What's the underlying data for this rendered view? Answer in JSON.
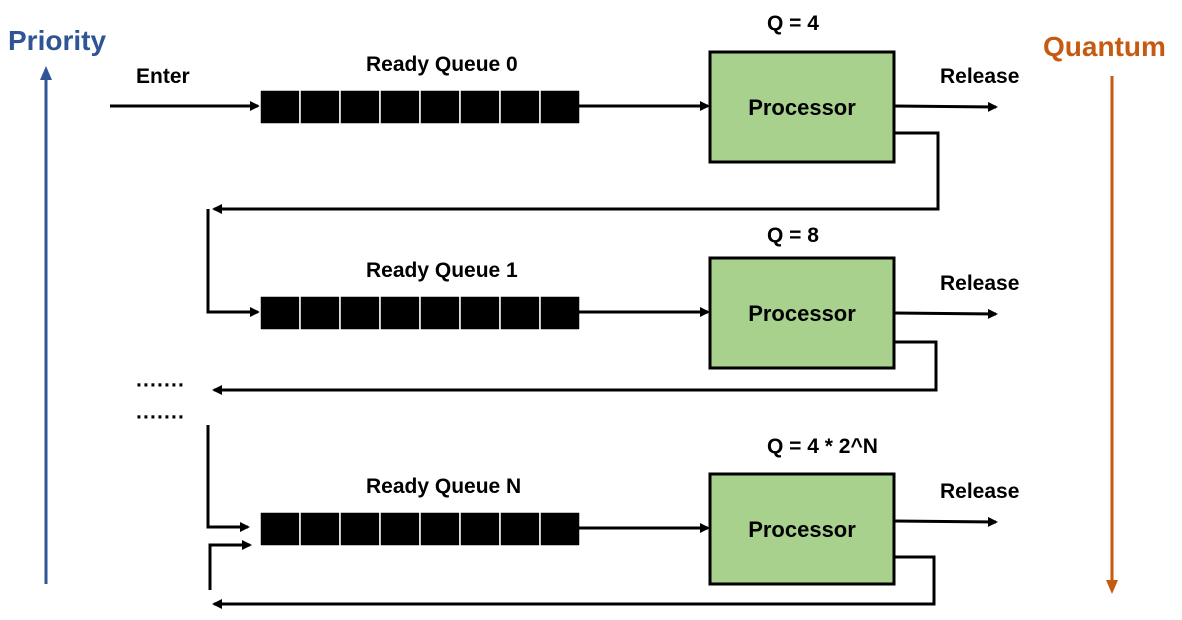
{
  "axes": {
    "priority": {
      "label": "Priority",
      "color": "#2f5597"
    },
    "quantum": {
      "label": "Quantum",
      "color": "#c55a11"
    }
  },
  "enter_label": "Enter",
  "processor_fill": "#a9d18e",
  "queues": [
    {
      "label": "Ready Queue 0",
      "quantum": "Q = 4",
      "processor": "Processor",
      "release": "Release"
    },
    {
      "label": "Ready Queue 1",
      "quantum": "Q = 8",
      "processor": "Processor",
      "release": "Release"
    },
    {
      "label": "Ready Queue N",
      "quantum": "Q = 4 * 2^N",
      "processor": "Processor",
      "release": "Release"
    }
  ],
  "ellipsis": [
    "·······",
    "·······"
  ]
}
